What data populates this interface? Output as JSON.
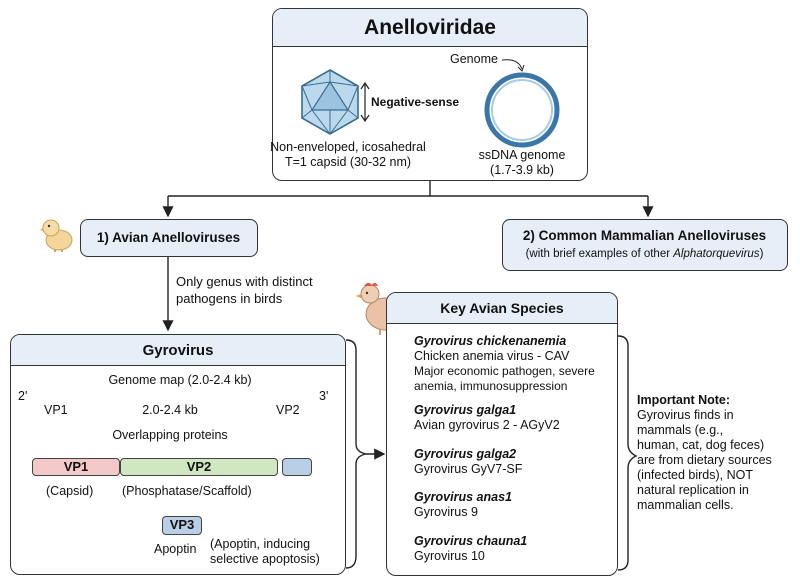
{
  "family": {
    "title": "Anelloviridae",
    "genome_callout": "Genome",
    "capsid_polarity": "Negative-sense",
    "capsid_desc_1": "Non-enveloped, icosahedral",
    "capsid_desc_2": "T=1 capsid (30-32 nm)",
    "genome_desc_1": "ssDNA genome",
    "genome_desc_2": "(1.7-3.9 kb)"
  },
  "avian": {
    "title": "1) Avian Anelloviruses"
  },
  "mammalian": {
    "title": "2) Common Mammalian Anelloviruses",
    "subtitle_prefix": "(with brief examples of other ",
    "subtitle_genus": "Alphatorquevirus",
    "subtitle_suffix": ")"
  },
  "genus_note": {
    "line1": "Only genus with distinct",
    "line2": "pathogens in birds"
  },
  "gyrovirus": {
    "title": "Gyrovirus",
    "map_title": "Genome map (2.0-2.4 kb)",
    "end_left": "2'",
    "end_right": "3'",
    "vp1_label": "VP1",
    "size_label": "2.0-2.4 kb",
    "vp2_label": "VP2",
    "overlap_label": "Overlapping proteins",
    "gene_vp1": "VP1",
    "gene_vp2": "VP2",
    "gene_vp3": "VP3",
    "vp1_role": "(Capsid)",
    "vp2_role": "(Phosphatase/Scaffold)",
    "vp3_name": "Apoptin",
    "vp3_role_1": "(Apoptin, inducing",
    "vp3_role_2": "selective apoptosis)"
  },
  "species": {
    "title": "Key Avian Species",
    "items": [
      {
        "name": "Gyrovirus chickenanemia",
        "lines": [
          "Chicken anemia virus - CAV",
          "Major economic pathogen, severe",
          "anemia, immunosuppression"
        ]
      },
      {
        "name": "Gyrovirus galga1",
        "lines": [
          "Avian gyrovirus 2 - AGyV2"
        ]
      },
      {
        "name": "Gyrovirus galga2",
        "lines": [
          "Gyrovirus GyV7-SF"
        ]
      },
      {
        "name": "Gyrovirus anas1",
        "lines": [
          "Gyrovirus 9"
        ]
      },
      {
        "name": "Gyrovirus chauna1",
        "lines": [
          "Gyrovirus 10"
        ]
      }
    ]
  },
  "note": {
    "title": "Important Note:",
    "lines": [
      "Gyrovirus finds in",
      "mammals (e.g.,",
      "human, cat, dog feces)",
      "are from dietary sources",
      "(infected birds), NOT",
      "natural replication in",
      "mammalian cells."
    ]
  },
  "colors": {
    "header_fill": "#e6eff8",
    "vp1_fill": "#f3c8c8",
    "vp2_fill": "#cfe8c2",
    "vp3_fill": "#b9cfe8"
  },
  "icons": [
    "chick-icon",
    "hen-icon",
    "icosahedral-capsid-icon",
    "circular-genome-icon"
  ]
}
